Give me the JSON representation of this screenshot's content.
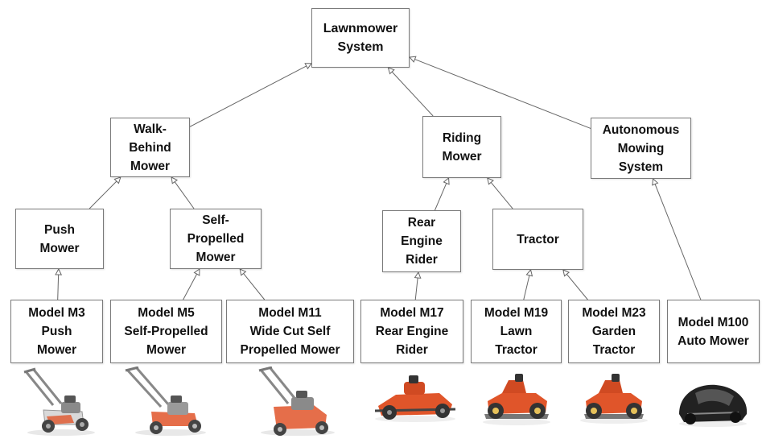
{
  "diagram": {
    "type": "hierarchy",
    "nodes": {
      "lawnmower_system": "Lawnmower\nSystem",
      "walk_behind_mower": "Walk-\nBehind\nMower",
      "riding_mower": "Riding\nMower",
      "autonomous_mowing_system": "Autonomous\nMowing\nSystem",
      "push_mower": "Push\nMower",
      "self_propelled_mower": "Self-\nPropelled\nMower",
      "rear_engine_rider": "Rear\nEngine\nRider",
      "tractor": "Tractor",
      "model_m3": "Model M3\nPush\nMower",
      "model_m5": "Model M5\nSelf-Propelled\nMower",
      "model_m11": "Model M11\nWide Cut Self\nPropelled Mower",
      "model_m17": "Model M17\nRear Engine\nRider",
      "model_m19": "Model M19\nLawn\nTractor",
      "model_m23": "Model M23\nGarden\nTractor",
      "model_m100": "Model M100\nAuto Mower"
    },
    "edges": [
      {
        "from": "walk_behind_mower",
        "to": "lawnmower_system"
      },
      {
        "from": "riding_mower",
        "to": "lawnmower_system"
      },
      {
        "from": "autonomous_mowing_system",
        "to": "lawnmower_system"
      },
      {
        "from": "push_mower",
        "to": "walk_behind_mower"
      },
      {
        "from": "self_propelled_mower",
        "to": "walk_behind_mower"
      },
      {
        "from": "rear_engine_rider",
        "to": "riding_mower"
      },
      {
        "from": "tractor",
        "to": "riding_mower"
      },
      {
        "from": "model_m3",
        "to": "push_mower"
      },
      {
        "from": "model_m5",
        "to": "self_propelled_mower"
      },
      {
        "from": "model_m11",
        "to": "self_propelled_mower"
      },
      {
        "from": "model_m17",
        "to": "rear_engine_rider"
      },
      {
        "from": "model_m19",
        "to": "tractor"
      },
      {
        "from": "model_m23",
        "to": "tractor"
      },
      {
        "from": "model_m100",
        "to": "autonomous_mowing_system"
      }
    ],
    "product_images": [
      {
        "model": "model_m3",
        "icon": "push-mower-photo"
      },
      {
        "model": "model_m5",
        "icon": "self-propelled-mower-photo"
      },
      {
        "model": "model_m11",
        "icon": "wide-cut-mower-photo"
      },
      {
        "model": "model_m17",
        "icon": "rear-engine-rider-photo"
      },
      {
        "model": "model_m19",
        "icon": "lawn-tractor-photo"
      },
      {
        "model": "model_m23",
        "icon": "garden-tractor-photo"
      },
      {
        "model": "model_m100",
        "icon": "robotic-mower-photo"
      }
    ],
    "colors": {
      "box_border": "#7a7a7a",
      "edge_line": "#666666",
      "mower_orange": "#e0552a",
      "robot_black": "#222222"
    }
  }
}
